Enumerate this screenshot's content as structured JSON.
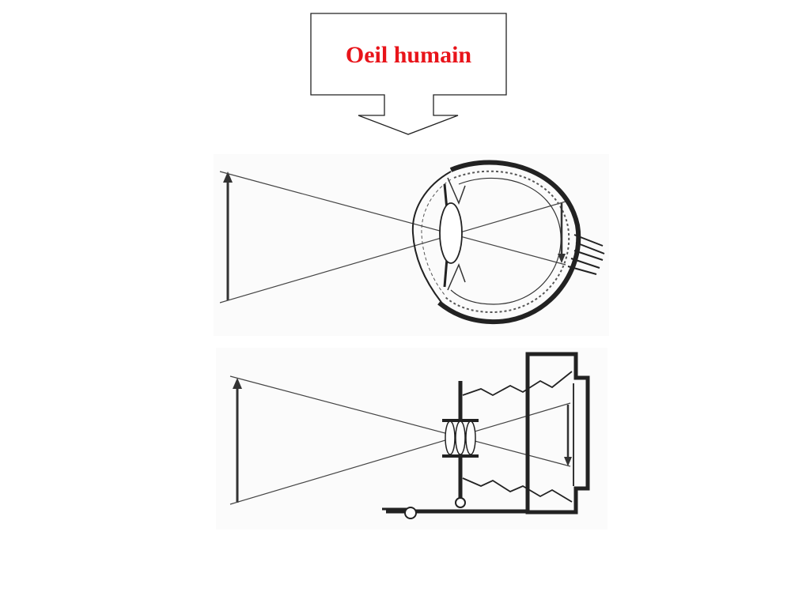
{
  "callout": {
    "title": "Oeil humain",
    "title_color": "#e8141a"
  },
  "diagrams": [
    {
      "name": "human-eye",
      "subject": "eye"
    },
    {
      "name": "camera",
      "subject": "camera"
    }
  ]
}
